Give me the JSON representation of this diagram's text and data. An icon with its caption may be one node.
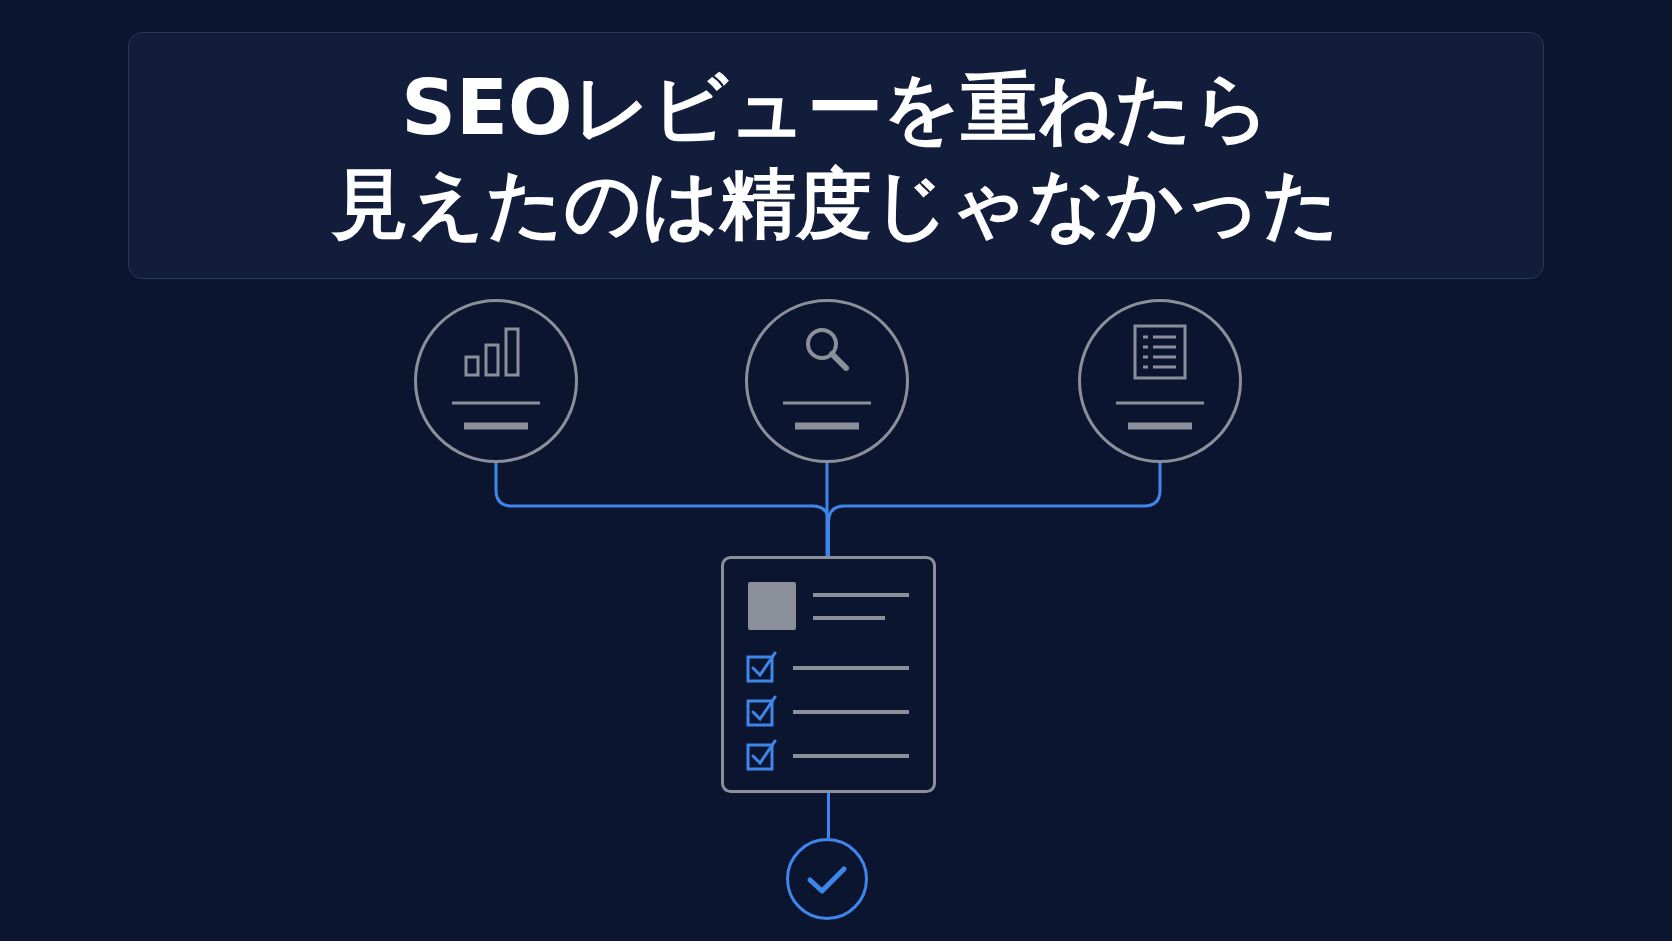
{
  "diagram": {
    "title": "SEOレビューを重ねたら見えたのは精度じゃなかった",
    "nodes": [
      {
        "text": [],
        "shape": "circle"
      },
      {
        "text": [],
        "shape": "circle"
      },
      {
        "text": [],
        "shape": "circle"
      },
      {
        "text": [],
        "shape": "box"
      },
      {
        "text": [],
        "shape": "circle"
      }
    ],
    "edges": [
      {
        "from": 0,
        "to": 3,
        "arrow": "none"
      },
      {
        "from": 1,
        "to": 3,
        "arrow": "none"
      },
      {
        "from": 2,
        "to": 3,
        "arrow": "none"
      },
      {
        "from": 3,
        "to": 4,
        "arrow": "none"
      }
    ]
  }
}
